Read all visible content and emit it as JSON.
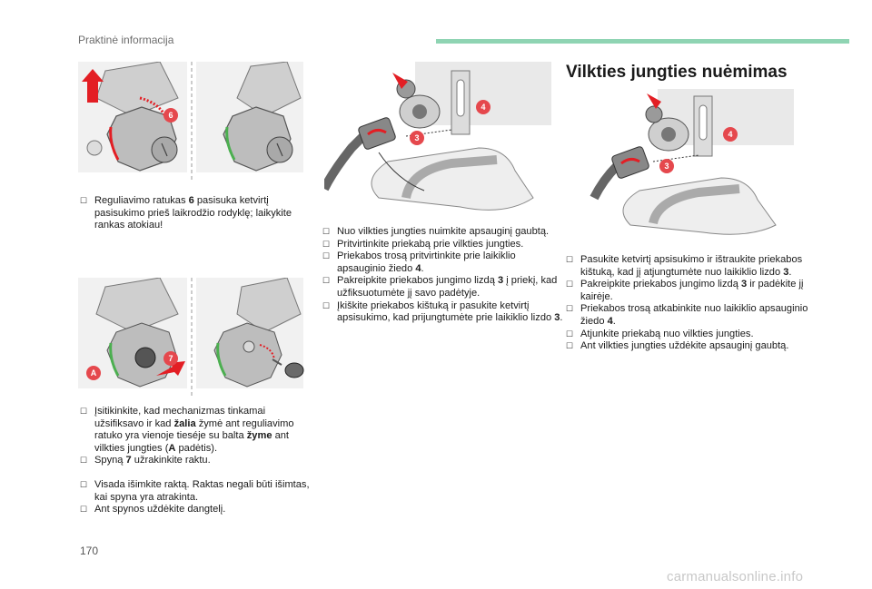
{
  "header": {
    "title": "Praktinė informacija"
  },
  "section_title": "Vilkties jungties nuėmimas",
  "colors": {
    "accent": "#8fd4b3",
    "callout": "#e5484d",
    "arrow": "#e31e24",
    "green_mark": "#4caf50"
  },
  "icons": {
    "bullet": "checkbox-bullet-icon"
  },
  "figures": {
    "fig1_left": {
      "callout": "6"
    },
    "fig2_left": {
      "callout": "7",
      "label": "A"
    },
    "fig_center": {
      "callout_a": "4",
      "callout_b": "3"
    },
    "fig_right": {
      "callout_a": "4",
      "callout_b": "3"
    }
  },
  "left_block_1": {
    "items": [
      {
        "pre": "Reguliavimo ratukas ",
        "bold": "6",
        "post": " pasisuka ketvirtį pasisukimo prieš laikrodžio rodyklę; laikykite rankas atokiau!"
      }
    ]
  },
  "left_block_2": {
    "items": [
      {
        "t1": "Įsitikinkite, kad mechanizmas tinkamai užsifiksavo ir kad ",
        "b1": "žalia",
        "t2": " žymė ant reguliavimo ratuko yra vienoje tieséje su balta ",
        "b2": "žyme",
        "t3": " ant vilkties jungties (",
        "b3": "A",
        "t4": " padėtis)."
      },
      {
        "pre": "Spyną ",
        "bold": "7",
        "post": " užrakinkite raktu."
      }
    ]
  },
  "left_block_3": {
    "items": [
      {
        "text": "Visada išimkite raktą. Raktas negali būti išimtas, kai spyna yra atrakinta."
      },
      {
        "text": "Ant spynos uždėkite dangtelį."
      }
    ]
  },
  "center_block": {
    "items": [
      {
        "text": "Nuo vilkties jungties nuimkite apsauginį gaubtą."
      },
      {
        "text": "Pritvirtinkite priekabą prie vilkties jungties."
      },
      {
        "pre": "Priekabos trosą pritvirtinkite prie laikiklio apsauginio žiedo ",
        "bold": "4",
        "post": "."
      },
      {
        "pre": "Pakreipkite priekabos jungimo lizdą ",
        "bold": "3",
        "post": " į priekį, kad užfiksuotumėte jį savo padėtyje."
      },
      {
        "pre": "Įkiškite priekabos kištuką ir pasukite ketvirtį apsisukimo, kad prijungtumėte prie laikiklio lizdo ",
        "bold": "3",
        "post": "."
      }
    ]
  },
  "right_block": {
    "items": [
      {
        "pre": "Pasukite ketvirtį apsisukimo ir ištraukite priekabos kištuką, kad jį atjungtumėte nuo laikiklio lizdo ",
        "bold": "3",
        "post": "."
      },
      {
        "pre": "Pakreipkite priekabos jungimo lizdą ",
        "bold": "3",
        "post": " ir padėkite jį kairėje."
      },
      {
        "pre": "Priekabos trosą atkabinkite nuo laikiklio apsauginio žiedo ",
        "bold": "4",
        "post": "."
      },
      {
        "text": "Atjunkite priekabą nuo vilkties jungties."
      },
      {
        "text": "Ant vilkties jungties uždėkite apsauginį gaubtą."
      }
    ]
  },
  "page_number": "170",
  "watermark": "carmanualsonline.info"
}
